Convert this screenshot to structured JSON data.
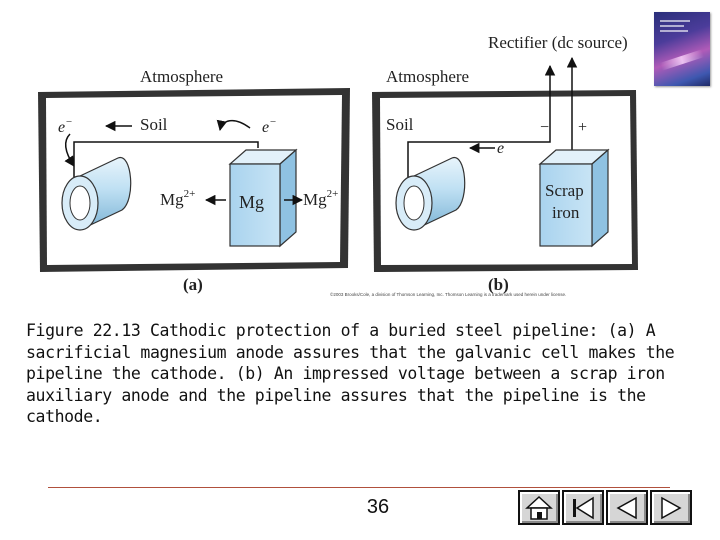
{
  "figure": {
    "panel_a": {
      "atmosphere": "Atmosphere",
      "soil": "Soil",
      "electron_left": "e",
      "electron_right": "e",
      "electron_sup": "−",
      "mg_ion_left": "Mg",
      "mg_ion_right": "Mg",
      "ion_sup": "2+",
      "anode": "Mg",
      "label": "(a)"
    },
    "panel_b": {
      "rectifier": "Rectifier (dc source)",
      "atmosphere": "Atmosphere",
      "soil": "Soil",
      "minus": "−",
      "plus": "+",
      "electron": "e",
      "electron_sup": "−",
      "anode_line1": "Scrap",
      "anode_line2": "iron",
      "label": "(b)"
    },
    "copyright": "©2003 Brooks/Cole, a division of Thomson Learning, Inc.  Thomson Learning  is a trademark used herein under license."
  },
  "caption": "Figure 22.13 Cathodic protection of a buried steel pipeline: (a) A sacrificial magnesium anode assures that the galvanic cell makes the pipeline the cathode. (b) An impressed voltage between a scrap iron auxiliary anode and the pipeline assures that the pipeline is the cathode.",
  "page_number": "36",
  "nav": {
    "home": "home-icon",
    "first": "first-slide-icon",
    "previous": "previous-slide-icon",
    "next": "next-slide-icon"
  }
}
